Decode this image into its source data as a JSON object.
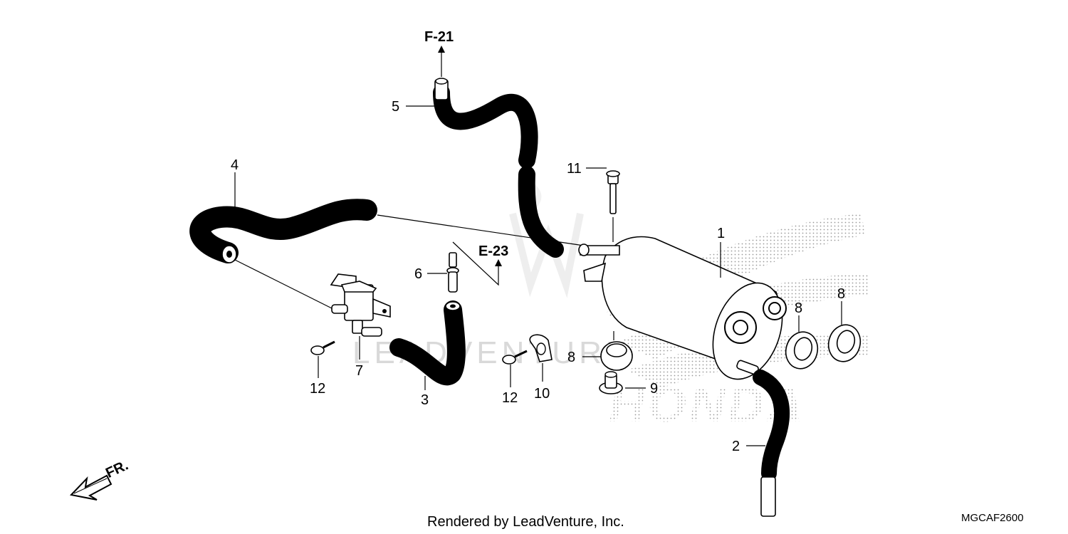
{
  "diagram": {
    "refs": {
      "upper": "F-21",
      "middle": "E-23"
    },
    "callouts": {
      "p1": "1",
      "p2": "2",
      "p3": "3",
      "p4": "4",
      "p5": "5",
      "p6": "6",
      "p7": "7",
      "p8a": "8",
      "p8b": "8",
      "p8c": "8",
      "p9": "9",
      "p10": "10",
      "p11": "11",
      "p12a": "12",
      "p12b": "12"
    },
    "direction_label": "FR.",
    "watermark": "LEADVENTURE",
    "brand_mark": "HONDA"
  },
  "footer": {
    "credit": "Rendered by LeadVenture, Inc.",
    "diagram_code": "MGCAF2600"
  }
}
